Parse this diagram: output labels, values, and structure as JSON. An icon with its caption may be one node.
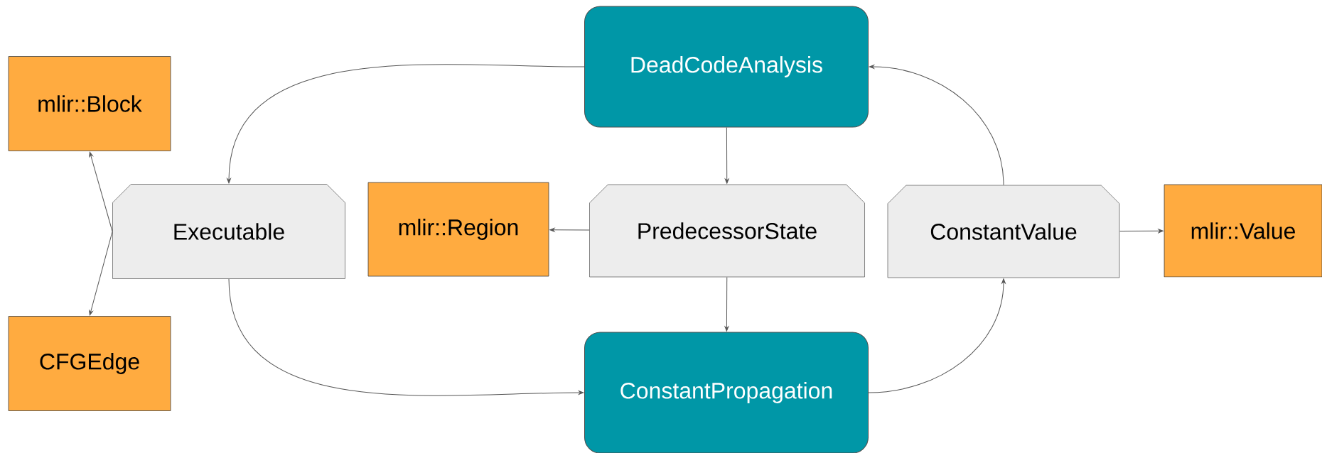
{
  "diagram": {
    "nodes": [
      {
        "text": [
          "DeadCodeAnalysis"
        ]
      },
      {
        "text": [
          "mlir::Block"
        ]
      },
      {
        "text": [
          "Executable"
        ]
      },
      {
        "text": [
          "mlir::Region"
        ]
      },
      {
        "text": [
          "PredecessorState"
        ]
      },
      {
        "text": [
          "ConstantValue"
        ]
      },
      {
        "text": [
          "mlir::Value"
        ]
      },
      {
        "text": [
          "CFGEdge"
        ]
      },
      {
        "text": [
          "ConstantPropagation"
        ]
      }
    ],
    "edges": [
      {
        "from": 0,
        "to": 2,
        "arrow": "to"
      },
      {
        "from": 0,
        "to": 4,
        "arrow": "to"
      },
      {
        "from": 4,
        "to": 3,
        "arrow": "to"
      },
      {
        "from": 4,
        "to": 8,
        "arrow": "to"
      },
      {
        "from": 2,
        "to": 8,
        "arrow": "to"
      },
      {
        "from": 8,
        "to": 5,
        "arrow": "to"
      },
      {
        "from": 5,
        "to": 0,
        "arrow": "to"
      },
      {
        "from": 5,
        "to": 6,
        "arrow": "to"
      },
      {
        "from": 2,
        "to": 1,
        "arrow": "to"
      },
      {
        "from": 2,
        "to": 7,
        "arrow": "to"
      }
    ]
  }
}
